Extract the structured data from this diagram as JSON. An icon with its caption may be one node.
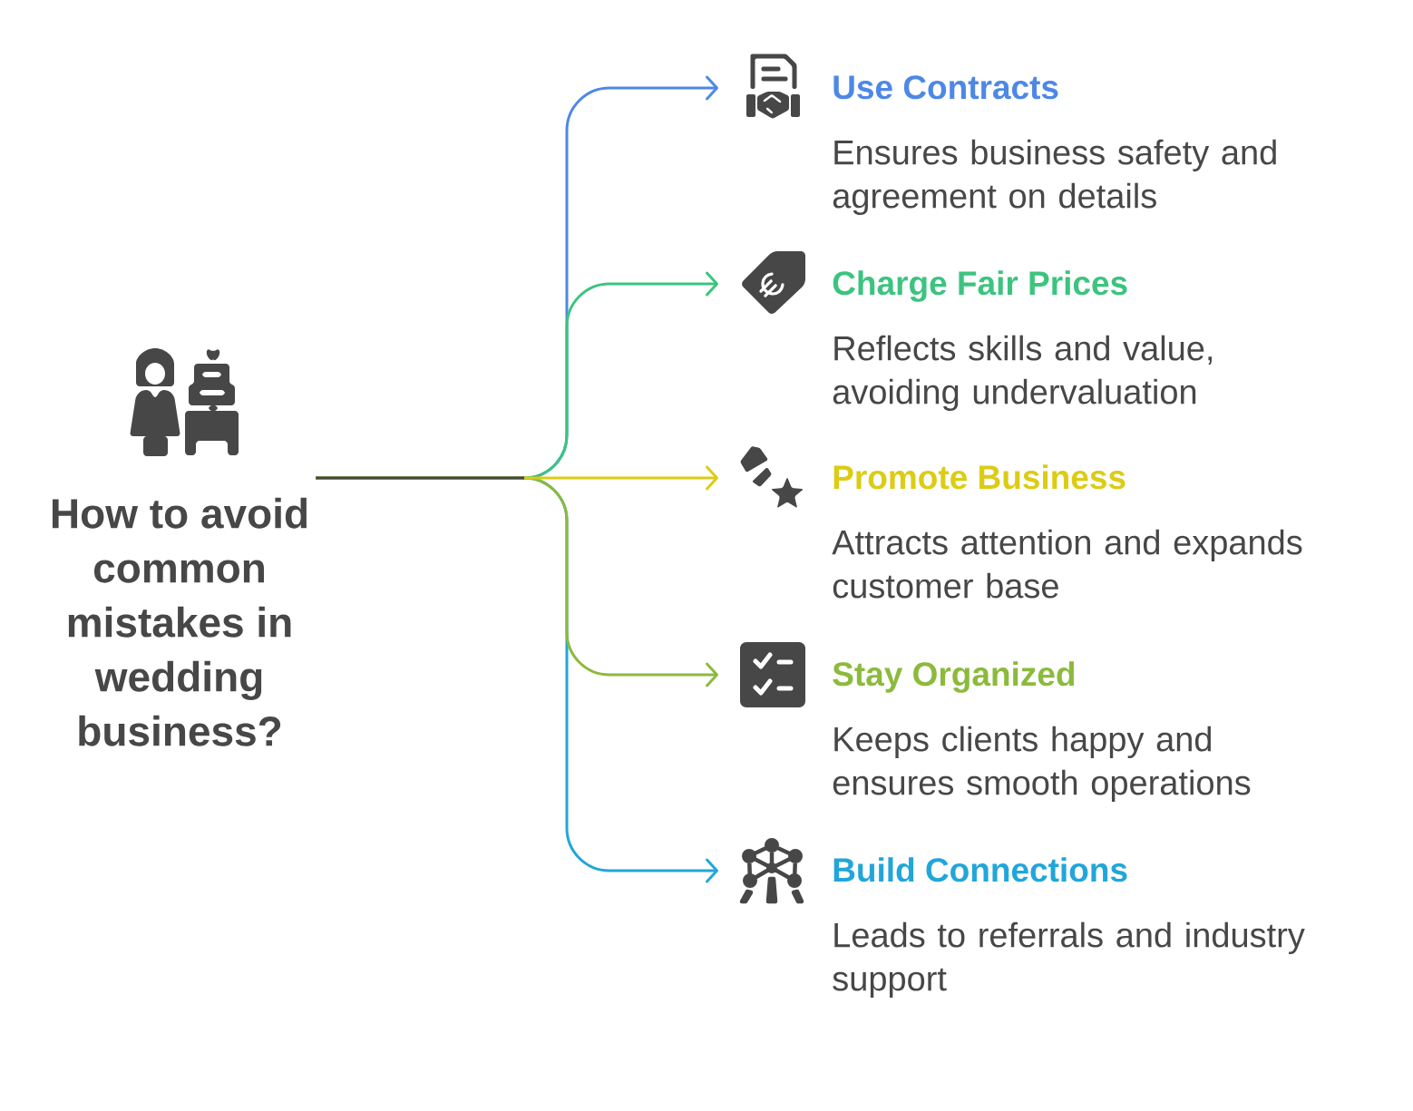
{
  "diagram": {
    "nodes": [
      {
        "text": [
          "How to avoid common mistakes in wedding business?"
        ]
      },
      {
        "text": [
          "Use Contracts",
          "Ensures business safety and agreement on details"
        ]
      },
      {
        "text": [
          "Charge Fair Prices",
          "Reflects skills and value, avoiding undervaluation"
        ]
      },
      {
        "text": [
          "Promote Business",
          "Attracts attention and expands customer base"
        ]
      },
      {
        "text": [
          "Stay Organized",
          "Keeps clients happy and ensures smooth operations"
        ]
      },
      {
        "text": [
          "Build Connections",
          "Leads to referrals and industry support"
        ]
      }
    ],
    "edges": [
      {
        "from": 0,
        "to": 1,
        "arrow": "to",
        "color": "#4d88e6"
      },
      {
        "from": 0,
        "to": 2,
        "arrow": "to",
        "color": "#3cc47f"
      },
      {
        "from": 0,
        "to": 3,
        "arrow": "to",
        "color": "#dccc14"
      },
      {
        "from": 0,
        "to": 4,
        "arrow": "to",
        "color": "#8cba3c"
      },
      {
        "from": 0,
        "to": 5,
        "arrow": "to",
        "color": "#22a6da"
      }
    ]
  }
}
